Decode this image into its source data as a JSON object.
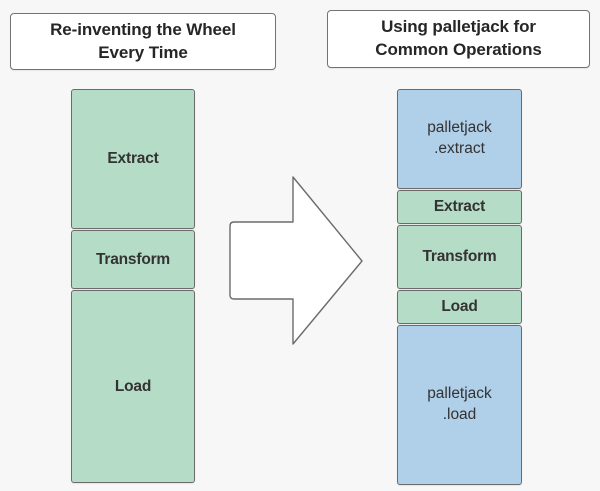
{
  "background_color": "#f7f7f7",
  "colors": {
    "green_block": "#b5dcc7",
    "blue_block": "#b0cfe8",
    "card_background": "#ffffff",
    "border": "#6b6b6b",
    "text": "#333333"
  },
  "left_panel": {
    "title_line1": "Re-inventing the Wheel",
    "title_line2": "Every Time",
    "blocks": [
      {
        "label": "Extract",
        "style": "green"
      },
      {
        "label": "Transform",
        "style": "green"
      },
      {
        "label": "Load",
        "style": "green"
      }
    ]
  },
  "right_panel": {
    "title_line1": "Using palletjack for",
    "title_line2": "Common Operations",
    "blocks": [
      {
        "line1": "palletjack",
        "line2": ".extract",
        "style": "blue"
      },
      {
        "label": "Extract",
        "style": "green"
      },
      {
        "label": "Transform",
        "style": "green"
      },
      {
        "label": "Load",
        "style": "green"
      },
      {
        "line1": "palletjack",
        "line2": ".load",
        "style": "blue"
      }
    ]
  },
  "arrow": {
    "icon": "right-block-arrow-icon",
    "direction": "right",
    "fill": "#ffffff",
    "stroke": "#6b6b6b"
  }
}
